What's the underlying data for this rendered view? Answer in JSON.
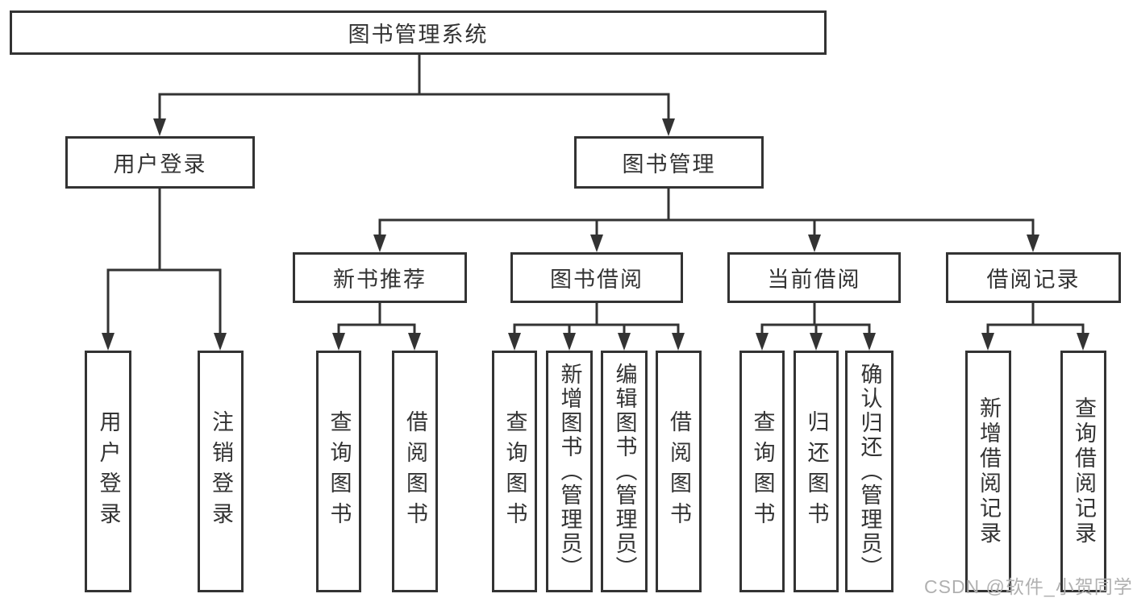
{
  "diagram_title": "图书管理系统",
  "nodes": {
    "root": "图书管理系统",
    "user_login": "用户登录",
    "book_mgmt": "图书管理",
    "new_books": "新书推荐",
    "book_borrow": "图书借阅",
    "current_borrow": "当前借阅",
    "borrow_records": "借阅记录",
    "leaf_user_login": "用户登录",
    "leaf_logout": "注销登录",
    "nb_query": "查询图书",
    "nb_borrow": "借阅图书",
    "bb_query": "查询图书",
    "bb_add": "新增图书（管理员）",
    "bb_edit": "编辑图书（管理员）",
    "bb_borrow": "借阅图书",
    "cb_query": "查询图书",
    "cb_return": "归还图书",
    "cb_confirm": "确认归还（管理员）",
    "br_add": "新增借阅记录",
    "br_query": "查询借阅记录"
  },
  "watermark": "CSDN @软件_小贺同学",
  "colors": {
    "line": "#333333",
    "text": "#333333",
    "background": "#ffffff",
    "watermark": "#b0b0b0"
  }
}
